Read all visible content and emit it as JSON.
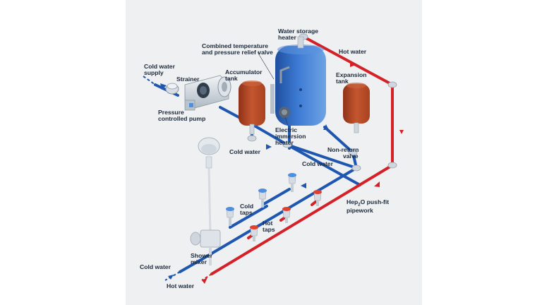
{
  "colors": {
    "cold": "#1f57b0",
    "hot": "#d52027",
    "panel": "#eef0f2",
    "tank": "#b7482c",
    "heater": "#3a6fc8",
    "fitting": "#cfd6dd"
  },
  "labels": {
    "cold_supply_l1": "Cold water",
    "cold_supply_l2": "supply",
    "strainer": "Strainer",
    "pump_l1": "Pressure",
    "pump_l2": "controlled pump",
    "combined_l1": "Combined temperature",
    "combined_l2": "and pressure relief valve",
    "storage_l1": "Water storage",
    "storage_l2": "heater",
    "hot_water_top": "Hot water",
    "accumulator_l1": "Accumulator",
    "accumulator_l2": "tank",
    "expansion_l1": "Expansion",
    "expansion_l2": "tank",
    "immersion_l1": "Electric",
    "immersion_l2": "immersion",
    "immersion_l3": "heater",
    "cold_water_mid": "Cold water",
    "nonreturn_l1": "Non-return",
    "nonreturn_l2": "valve",
    "cold_water_right": "Cold water",
    "cold_taps_l1": "Cold",
    "cold_taps_l2": "taps",
    "hot_taps_l1": "Hot",
    "hot_taps_l2": "taps",
    "hep_a": "Hep",
    "hep_sub": "2",
    "hep_b": "O push-fit",
    "hep_l2": "pipework",
    "shower_l1": "Shower",
    "shower_l2": "mixer",
    "cold_water_out": "Cold water",
    "hot_water_out": "Hot water"
  }
}
